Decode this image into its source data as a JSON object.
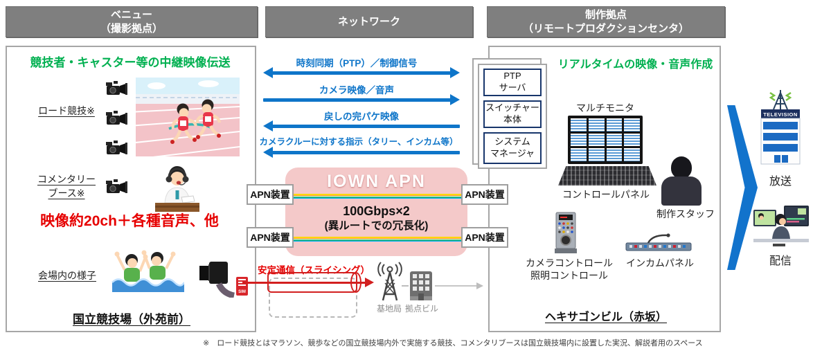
{
  "headers": {
    "venue": {
      "line1": "ベニュー",
      "line2": "（撮影拠点）"
    },
    "network": {
      "label": "ネットワーク"
    },
    "production": {
      "line1": "制作拠点",
      "line2": "（リモートプロダクションセンタ）"
    }
  },
  "venue": {
    "title": "競技者・キャスター等の中継映像伝送",
    "road_label": "ロード競技※",
    "commentary_line1": "コメンタリー",
    "commentary_line2": "ブース※",
    "capacity_note": "映像約20ch＋各種音声、他",
    "audience_label": "会場内の様子",
    "sim_label": "SIM",
    "footer": "国立競技場（外苑前）"
  },
  "network": {
    "flows": [
      {
        "label": "時刻同期（PTP）／制御信号",
        "direction": "both"
      },
      {
        "label": "カメラ映像／音声",
        "direction": "right"
      },
      {
        "label": "戻しの完パケ映像",
        "direction": "left"
      },
      {
        "label": "カメラクルーに対する指示（タリー、インカム等）",
        "direction": "left"
      }
    ],
    "apn": {
      "title": "IOWN APN",
      "bandwidth": "100Gbps×2",
      "redundancy": "(異ルートでの冗長化)",
      "device_label": "APN装置"
    },
    "slicing": {
      "label": "安定通信（スライシング）",
      "base_station": "基地局",
      "hub_building": "拠点ビル"
    }
  },
  "production": {
    "title": "リアルタイムの映像・音声作成",
    "equipment_boxes": [
      {
        "line1": "PTP",
        "line2": "サーバ"
      },
      {
        "line1": "スイッチャー",
        "line2": "本体"
      },
      {
        "line1": "システム",
        "line2": "マネージャ"
      }
    ],
    "multi_monitor_label": "マルチモニタ",
    "control_panel_label": "コントロールパネル",
    "staff_label": "制作スタッフ",
    "camera_control_label": "カメラコントロール",
    "lighting_control_label": "照明コントロール",
    "intercom_label": "インカムパネル",
    "footer": "ヘキサゴンビル（赤坂）"
  },
  "output": {
    "tv_sign": "TELEVISION",
    "broadcast_label": "放送",
    "streaming_label": "配信"
  },
  "footnote": {
    "text": "※　ロード競技とはマラソン、競歩などの国立競技場内外で実施する競技、コメンタリブースは国立競技場内に設置した実況、解説者用のスペース"
  },
  "colors": {
    "accent_blue": "#0e75c9",
    "green": "#00b050",
    "red": "#e60000",
    "pink": "#f4c9c9",
    "navy": "#17356b",
    "header_gray": "#7f7f7f"
  }
}
